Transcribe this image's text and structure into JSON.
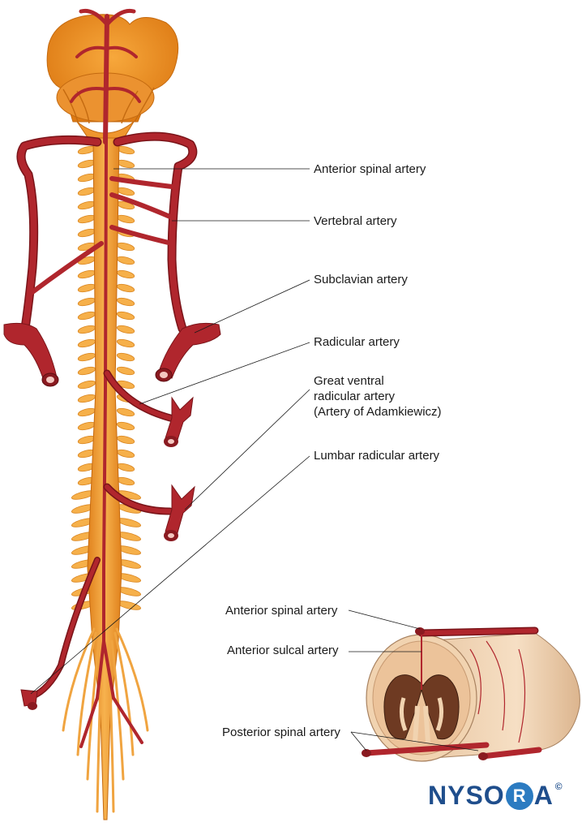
{
  "labels": {
    "anterior_spinal_artery": "Anterior spinal artery",
    "vertebral_artery": "Vertebral artery",
    "subclavian_artery": "Subclavian artery",
    "radicular_artery": "Radicular artery",
    "great_ventral_line1": "Great ventral",
    "great_ventral_line2": "radicular artery",
    "great_ventral_line3": "(Artery of Adamkiewicz)",
    "lumbar_radicular_artery": "Lumbar radicular artery",
    "cross_anterior_spinal_artery": "Anterior spinal artery",
    "cross_anterior_sulcal_artery": "Anterior sulcal artery",
    "cross_posterior_spinal_artery": "Posterior spinal artery"
  },
  "logo": {
    "part1": "NYSO",
    "part2": "R",
    "part3": "A",
    "copyright": "©"
  },
  "colors": {
    "cord": "#f29a2e",
    "nerve": "#f6b04a",
    "artery": "#b0262d",
    "artery_dark": "#7a1419",
    "brainstem": "#f0922a",
    "tissue": "#f1d3b0",
    "brand": "#1f4e8c"
  }
}
